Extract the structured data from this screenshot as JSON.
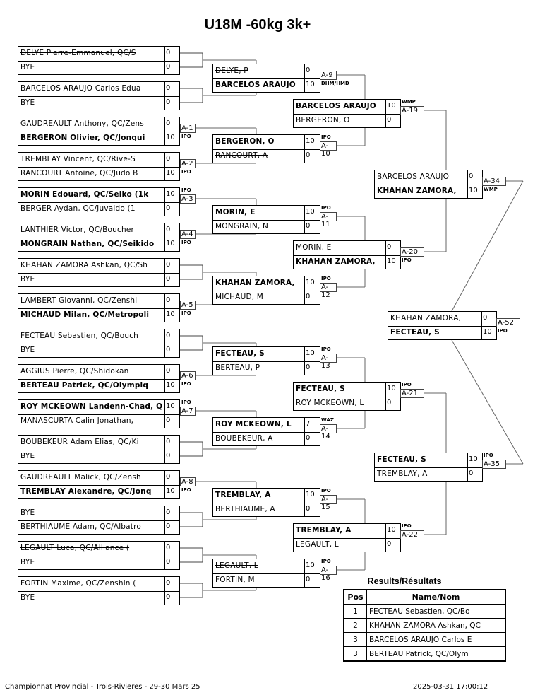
{
  "title": "U18M -60kg 3k+",
  "rounds": [
    [
      {
        "label": "",
        "note": "",
        "note_pos": "",
        "c": [
          {
            "name": "DELYE Pierre-Emmanuel, QC/S",
            "score": "0",
            "style": "strike"
          },
          {
            "name": "BYE",
            "score": "0",
            "style": ""
          }
        ]
      },
      {
        "label": "",
        "note": "",
        "note_pos": "",
        "c": [
          {
            "name": "BARCELOS ARAUJO Carlos Edua",
            "score": "0",
            "style": ""
          },
          {
            "name": "BYE",
            "score": "0",
            "style": ""
          }
        ]
      },
      {
        "label": "A-1",
        "note": "IPO",
        "note_pos": "bottom",
        "c": [
          {
            "name": "GAUDREAULT Anthony, QC/Zens",
            "score": "0",
            "style": ""
          },
          {
            "name": "BERGERON Olivier, QC/Jonqui",
            "score": "10",
            "style": "bold"
          }
        ]
      },
      {
        "label": "A-2",
        "note": "IPO",
        "note_pos": "bottom",
        "c": [
          {
            "name": "TREMBLAY Vincent, QC/Rive-S",
            "score": "0",
            "style": ""
          },
          {
            "name": "RANCOURT Antoine, QC/Judo B",
            "score": "10",
            "style": "strike"
          }
        ]
      },
      {
        "label": "A-3",
        "note": "IPO",
        "note_pos": "top",
        "c": [
          {
            "name": "MORIN Edouard, QC/Seiko (1k",
            "score": "10",
            "style": "bold"
          },
          {
            "name": "BERGER Aydan, QC/Juvaldo (1",
            "score": "0",
            "style": ""
          }
        ]
      },
      {
        "label": "A-4",
        "note": "IPO",
        "note_pos": "bottom",
        "c": [
          {
            "name": "LANTHIER Victor, QC/Boucher",
            "score": "0",
            "style": ""
          },
          {
            "name": "MONGRAIN Nathan, QC/Seikido",
            "score": "10",
            "style": "bold"
          }
        ]
      },
      {
        "label": "",
        "note": "",
        "note_pos": "",
        "c": [
          {
            "name": "KHAHAN ZAMORA Ashkan, QC/Sh",
            "score": "0",
            "style": ""
          },
          {
            "name": "BYE",
            "score": "0",
            "style": ""
          }
        ]
      },
      {
        "label": "A-5",
        "note": "IPO",
        "note_pos": "bottom",
        "c": [
          {
            "name": "LAMBERT Giovanni, QC/Zenshi",
            "score": "0",
            "style": ""
          },
          {
            "name": "MICHAUD Milan, QC/Metropoli",
            "score": "10",
            "style": "bold"
          }
        ]
      },
      {
        "label": "",
        "note": "",
        "note_pos": "",
        "c": [
          {
            "name": "FECTEAU Sebastien, QC/Bouch",
            "score": "0",
            "style": ""
          },
          {
            "name": "BYE",
            "score": "0",
            "style": ""
          }
        ]
      },
      {
        "label": "A-6",
        "note": "IPO",
        "note_pos": "bottom",
        "c": [
          {
            "name": "AGGIUS Pierre, QC/Shidokan",
            "score": "0",
            "style": ""
          },
          {
            "name": "BERTEAU Patrick, QC/Olympiq",
            "score": "10",
            "style": "bold"
          }
        ]
      },
      {
        "label": "A-7",
        "note": "IPO",
        "note_pos": "top",
        "c": [
          {
            "name": "ROY MCKEOWN Landenn-Chad, Q",
            "score": "10",
            "style": "bold"
          },
          {
            "name": "MANASCURTA Calin Jonathan,",
            "score": "0",
            "style": ""
          }
        ]
      },
      {
        "label": "",
        "note": "",
        "note_pos": "",
        "c": [
          {
            "name": "BOUBEKEUR Adam Elias, QC/Ki",
            "score": "0",
            "style": ""
          },
          {
            "name": "BYE",
            "score": "0",
            "style": ""
          }
        ]
      },
      {
        "label": "A-8",
        "note": "IPO",
        "note_pos": "bottom",
        "c": [
          {
            "name": "GAUDREAULT Malick, QC/Zensh",
            "score": "0",
            "style": ""
          },
          {
            "name": "TREMBLAY Alexandre, QC/Jonq",
            "score": "10",
            "style": "bold"
          }
        ]
      },
      {
        "label": "",
        "note": "",
        "note_pos": "",
        "c": [
          {
            "name": "BYE",
            "score": "0",
            "style": ""
          },
          {
            "name": "BERTHIAUME Adam, QC/Albatro",
            "score": "0",
            "style": ""
          }
        ]
      },
      {
        "label": "",
        "note": "",
        "note_pos": "",
        "c": [
          {
            "name": "LEGAULT Luca, QC/Alliance (",
            "score": "0",
            "style": "strike"
          },
          {
            "name": "BYE",
            "score": "0",
            "style": ""
          }
        ]
      },
      {
        "label": "",
        "note": "",
        "note_pos": "",
        "c": [
          {
            "name": "FORTIN Maxime, QC/Zenshin (",
            "score": "0",
            "style": ""
          },
          {
            "name": "BYE",
            "score": "0",
            "style": ""
          }
        ]
      }
    ],
    [
      {
        "label": "A-9",
        "note": "DHM/HMD",
        "note_pos": "bottom",
        "c": [
          {
            "name": "DELYE, P",
            "score": "0",
            "style": "strike"
          },
          {
            "name": "BARCELOS ARAUJO",
            "score": "10",
            "style": "bold"
          }
        ]
      },
      {
        "label": "A-10",
        "note": "IPO",
        "note_pos": "top",
        "c": [
          {
            "name": "BERGERON, O",
            "score": "10",
            "style": "bold"
          },
          {
            "name": "RANCOURT, A",
            "score": "0",
            "style": "strike"
          }
        ]
      },
      {
        "label": "A-11",
        "note": "IPO",
        "note_pos": "top",
        "c": [
          {
            "name": "MORIN, E",
            "score": "10",
            "style": "bold"
          },
          {
            "name": "MONGRAIN, N",
            "score": "0",
            "style": ""
          }
        ]
      },
      {
        "label": "A-12",
        "note": "IPO",
        "note_pos": "top",
        "c": [
          {
            "name": "KHAHAN ZAMORA,",
            "score": "10",
            "style": "bold"
          },
          {
            "name": "MICHAUD, M",
            "score": "0",
            "style": ""
          }
        ]
      },
      {
        "label": "A-13",
        "note": "IPO",
        "note_pos": "top",
        "c": [
          {
            "name": "FECTEAU, S",
            "score": "10",
            "style": "bold"
          },
          {
            "name": "BERTEAU, P",
            "score": "0",
            "style": ""
          }
        ]
      },
      {
        "label": "A-14",
        "note": "WAZ",
        "note_pos": "top",
        "c": [
          {
            "name": "ROY MCKEOWN, L",
            "score": "7",
            "style": "bold"
          },
          {
            "name": "BOUBEKEUR, A",
            "score": "0",
            "style": ""
          }
        ]
      },
      {
        "label": "A-15",
        "note": "IPO",
        "note_pos": "top",
        "c": [
          {
            "name": "TREMBLAY, A",
            "score": "10",
            "style": "bold"
          },
          {
            "name": "BERTHIAUME, A",
            "score": "0",
            "style": ""
          }
        ]
      },
      {
        "label": "A-16",
        "note": "IPO",
        "note_pos": "top",
        "c": [
          {
            "name": "LEGAULT, L",
            "score": "10",
            "style": "strike"
          },
          {
            "name": "FORTIN, M",
            "score": "0",
            "style": ""
          }
        ]
      }
    ],
    [
      {
        "label": "A-19",
        "note": "WMP",
        "note_pos": "top",
        "c": [
          {
            "name": "BARCELOS ARAUJO",
            "score": "10",
            "style": "bold"
          },
          {
            "name": "BERGERON, O",
            "score": "0",
            "style": ""
          }
        ]
      },
      {
        "label": "A-20",
        "note": "IPO",
        "note_pos": "bottom",
        "c": [
          {
            "name": "MORIN, E",
            "score": "0",
            "style": ""
          },
          {
            "name": "KHAHAN ZAMORA,",
            "score": "10",
            "style": "bold"
          }
        ]
      },
      {
        "label": "A-21",
        "note": "IPO",
        "note_pos": "top",
        "c": [
          {
            "name": "FECTEAU, S",
            "score": "10",
            "style": "bold"
          },
          {
            "name": "ROY MCKEOWN, L",
            "score": "0",
            "style": ""
          }
        ]
      },
      {
        "label": "A-22",
        "note": "IPO",
        "note_pos": "top",
        "c": [
          {
            "name": "TREMBLAY, A",
            "score": "10",
            "style": "bold"
          },
          {
            "name": "LEGAULT, L",
            "score": "0",
            "style": "strike"
          }
        ]
      }
    ],
    [
      {
        "label": "A-34",
        "note": "WMP",
        "note_pos": "bottom",
        "c": [
          {
            "name": "BARCELOS ARAUJO",
            "score": "0",
            "style": ""
          },
          {
            "name": "KHAHAN ZAMORA,",
            "score": "10",
            "style": "bold"
          }
        ]
      },
      {
        "label": "A-35",
        "note": "IPO",
        "note_pos": "top",
        "c": [
          {
            "name": "FECTEAU, S",
            "score": "10",
            "style": "bold"
          },
          {
            "name": "TREMBLAY, A",
            "score": "0",
            "style": ""
          }
        ]
      }
    ],
    [
      {
        "label": "A-52",
        "note": "IPO",
        "note_pos": "bottom",
        "c": [
          {
            "name": "KHAHAN ZAMORA,",
            "score": "0",
            "style": ""
          },
          {
            "name": "FECTEAU, S",
            "score": "10",
            "style": "bold"
          }
        ]
      }
    ]
  ],
  "results": {
    "title": "Results/Résultats",
    "headers": [
      "Pos",
      "Name/Nom"
    ],
    "rows": [
      {
        "pos": "1",
        "name": "FECTEAU Sebastien, QC/Bo"
      },
      {
        "pos": "2",
        "name": "KHAHAN ZAMORA Ashkan, QC"
      },
      {
        "pos": "3",
        "name": "BARCELOS ARAUJO Carlos E"
      },
      {
        "pos": "3",
        "name": "BERTEAU Patrick, QC/Olym"
      }
    ]
  },
  "footer": {
    "event": "Championnat Provincial - Trois-Rivieres - 29-30 Mars 25",
    "timestamp": "2025-03-31 17:00:12"
  }
}
